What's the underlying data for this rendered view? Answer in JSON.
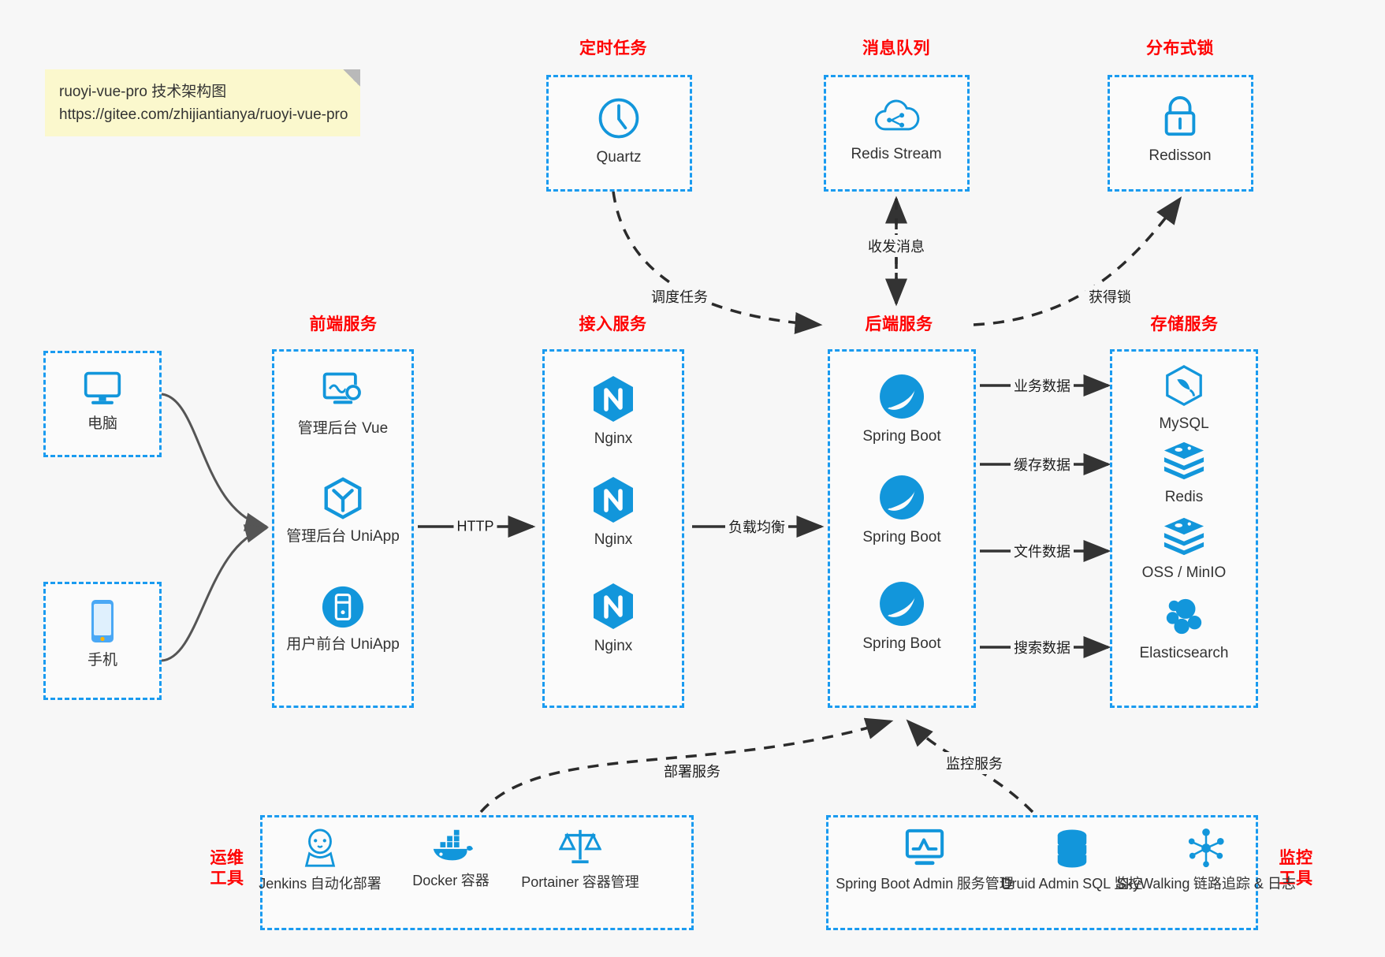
{
  "note": {
    "line1": "ruoyi-vue-pro 技术架构图",
    "line2": "https://gitee.com/zhijiantianya/ruoyi-vue-pro"
  },
  "colors": {
    "accent_blue": "#1a9bf0",
    "icon_blue": "#1296db",
    "title_red": "#ff0000",
    "arrow_dark": "#333333",
    "note_yellow": "#fbf8cd",
    "background": "#f7f7f7"
  },
  "groups": {
    "scheduler": {
      "title": "定时任务"
    },
    "mq": {
      "title": "消息队列"
    },
    "lock": {
      "title": "分布式锁"
    },
    "frontend": {
      "title": "前端服务"
    },
    "gateway": {
      "title": "接入服务"
    },
    "backend": {
      "title": "后端服务"
    },
    "storage": {
      "title": "存储服务"
    },
    "devops": {
      "title": "运维\n工具",
      "line1": "运维",
      "line2": "工具"
    },
    "monitor": {
      "title": "监控\n工具",
      "line1": "监控",
      "line2": "工具"
    }
  },
  "clients": [
    {
      "name": "电脑",
      "icon": "desktop-computer-icon"
    },
    {
      "name": "手机",
      "icon": "mobile-phone-icon"
    }
  ],
  "scheduler_nodes": [
    {
      "name": "Quartz",
      "icon": "clock-icon"
    }
  ],
  "mq_nodes": [
    {
      "name": "Redis Stream",
      "icon": "cloud-stream-icon"
    }
  ],
  "lock_nodes": [
    {
      "name": "Redisson",
      "icon": "padlock-icon"
    }
  ],
  "frontend_nodes": [
    {
      "name": "管理后台 Vue",
      "icon": "monitor-gear-icon"
    },
    {
      "name": "管理后台 UniApp",
      "icon": "cube-icon"
    },
    {
      "name": "用户前台 UniApp",
      "icon": "app-circle-icon"
    }
  ],
  "gateway_nodes": [
    {
      "name": "Nginx",
      "icon": "nginx-icon"
    },
    {
      "name": "Nginx",
      "icon": "nginx-icon"
    },
    {
      "name": "Nginx",
      "icon": "nginx-icon"
    }
  ],
  "backend_nodes": [
    {
      "name": "Spring Boot",
      "icon": "spring-boot-icon"
    },
    {
      "name": "Spring Boot",
      "icon": "spring-boot-icon"
    },
    {
      "name": "Spring Boot",
      "icon": "spring-boot-icon"
    }
  ],
  "storage_nodes": [
    {
      "name": "MySQL",
      "icon": "mysql-icon"
    },
    {
      "name": "Redis",
      "icon": "redis-icon"
    },
    {
      "name": "OSS / MinIO",
      "icon": "redis-icon"
    },
    {
      "name": "Elasticsearch",
      "icon": "elasticsearch-icon"
    }
  ],
  "devops_nodes": [
    {
      "name": "Jenkins",
      "desc": "自动化部署",
      "icon": "jenkins-icon"
    },
    {
      "name": "Docker",
      "desc": "容器",
      "icon": "docker-whale-icon"
    },
    {
      "name": "Portainer",
      "desc": "容器管理",
      "icon": "scales-icon"
    }
  ],
  "monitor_nodes": [
    {
      "name": "Spring Boot Admin",
      "desc": "服务管理",
      "icon": "monitor-chart-icon"
    },
    {
      "name": "Druid Admin",
      "desc": "SQL 监控",
      "icon": "database-icon"
    },
    {
      "name": "SkyWalking",
      "desc": "链路追踪 & 日志",
      "icon": "skywalking-icon"
    }
  ],
  "edges": [
    {
      "id": "http",
      "label": "HTTP"
    },
    {
      "id": "load-balance",
      "label": "负载均衡"
    },
    {
      "id": "schedule-task",
      "label": "调度任务"
    },
    {
      "id": "send-receive-message",
      "label": "收发消息"
    },
    {
      "id": "acquire-lock",
      "label": "获得锁"
    },
    {
      "id": "business-data",
      "label": "业务数据"
    },
    {
      "id": "cache-data",
      "label": "缓存数据"
    },
    {
      "id": "file-data",
      "label": "文件数据"
    },
    {
      "id": "search-data",
      "label": "搜索数据"
    },
    {
      "id": "deploy-service",
      "label": "部署服务"
    },
    {
      "id": "monitor-service",
      "label": "监控服务"
    }
  ]
}
